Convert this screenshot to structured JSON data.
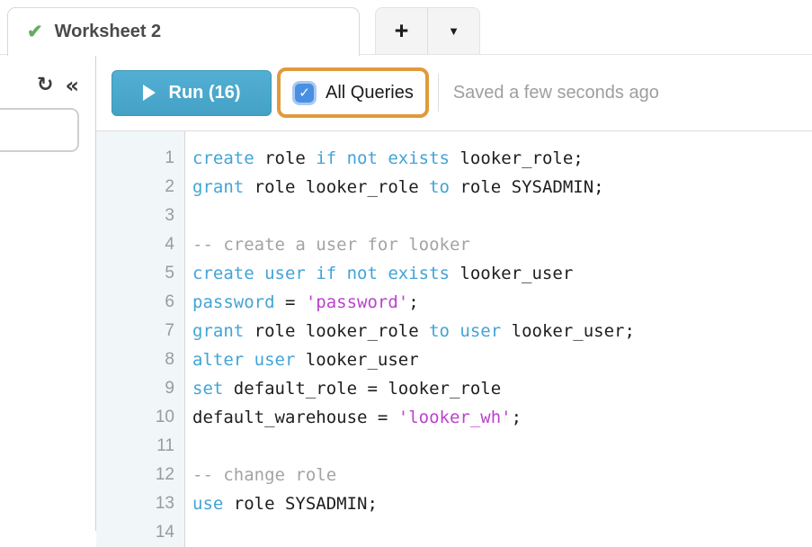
{
  "tabbar": {
    "active_tab": {
      "label": "Worksheet 2",
      "status_glyph": "✔"
    },
    "new_tab_label": "+",
    "tab_menu_glyph": "▼"
  },
  "sidebar": {
    "refresh_glyph": "↻",
    "collapse_glyph": "«"
  },
  "toolbar": {
    "run_label": "Run (16)",
    "all_queries_label": "All Queries",
    "all_queries_checked": true,
    "checkmark_glyph": "✓",
    "saved_status": "Saved a few seconds ago"
  },
  "colors": {
    "keyword": "#42a4d6",
    "string": "#bb42cc",
    "comment": "#a3a3a3",
    "code_text": "#1e1e1e",
    "line_number": "#9b9b9b",
    "gutter_bg": "#f1f6f8",
    "run_button_top": "#53afd3",
    "run_button_bottom": "#44a2c6",
    "run_border": "#3b98bc",
    "highlight_orange": "#e09a3c",
    "checkbox_blue": "#4a90e2",
    "checkbox_ring": "#abc9f1",
    "check_green": "#62ae5e",
    "saved_gray": "#9e9e9e",
    "tab_text": "#4a4a4a",
    "border_gray": "#dcdcdc"
  },
  "editor": {
    "lines": [
      {
        "num": 1,
        "segments": [
          [
            "k",
            "create"
          ],
          [
            "d",
            " role "
          ],
          [
            "k",
            "if not exists"
          ],
          [
            "d",
            " looker_role;"
          ]
        ]
      },
      {
        "num": 2,
        "segments": [
          [
            "k",
            "grant"
          ],
          [
            "d",
            " role looker_role "
          ],
          [
            "k",
            "to"
          ],
          [
            "d",
            " role SYSADMIN;"
          ]
        ]
      },
      {
        "num": 3,
        "segments": []
      },
      {
        "num": 4,
        "segments": [
          [
            "c",
            "-- create a user for looker"
          ]
        ]
      },
      {
        "num": 5,
        "segments": [
          [
            "k",
            "create user if not exists"
          ],
          [
            "d",
            " looker_user"
          ]
        ]
      },
      {
        "num": 6,
        "segments": [
          [
            "k",
            "password"
          ],
          [
            "d",
            " = "
          ],
          [
            "s",
            "'password'"
          ],
          [
            "d",
            ";"
          ]
        ]
      },
      {
        "num": 7,
        "segments": [
          [
            "k",
            "grant"
          ],
          [
            "d",
            " role looker_role "
          ],
          [
            "k",
            "to user"
          ],
          [
            "d",
            " looker_user;"
          ]
        ]
      },
      {
        "num": 8,
        "segments": [
          [
            "k",
            "alter user"
          ],
          [
            "d",
            " looker_user"
          ]
        ]
      },
      {
        "num": 9,
        "segments": [
          [
            "k",
            "set"
          ],
          [
            "d",
            " default_role = looker_role"
          ]
        ]
      },
      {
        "num": 10,
        "segments": [
          [
            "d",
            "default_warehouse = "
          ],
          [
            "s",
            "'looker_wh'"
          ],
          [
            "d",
            ";"
          ]
        ]
      },
      {
        "num": 11,
        "segments": []
      },
      {
        "num": 12,
        "segments": [
          [
            "c",
            "-- change role"
          ]
        ]
      },
      {
        "num": 13,
        "segments": [
          [
            "k",
            "use"
          ],
          [
            "d",
            " role SYSADMIN;"
          ]
        ]
      },
      {
        "num": 14,
        "segments": []
      }
    ]
  }
}
